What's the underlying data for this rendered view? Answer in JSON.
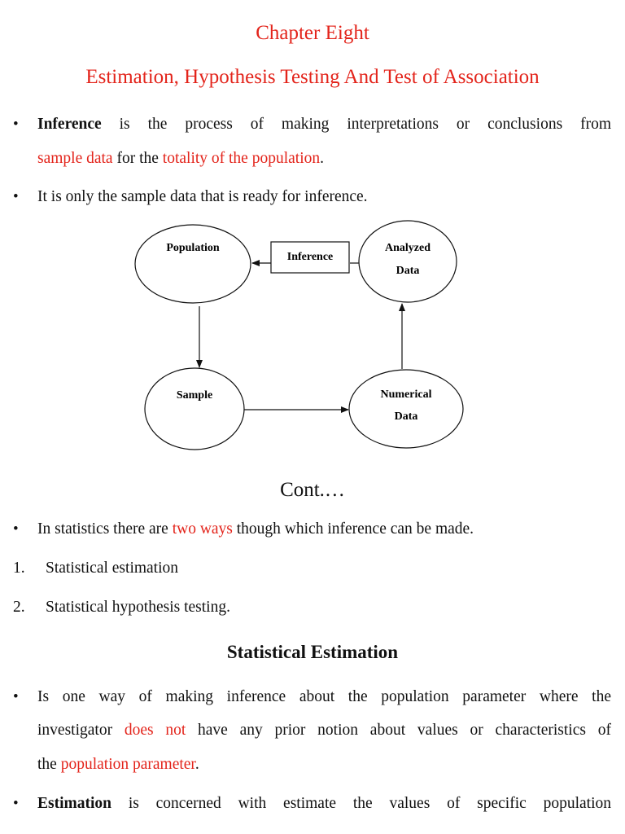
{
  "header": {
    "chapter": "Chapter Eight",
    "subtitle": "Estimation, Hypothesis Testing And Test of Association"
  },
  "bullets": {
    "inference_term": "Inference",
    "inference_line1_rest": " is the process of making interpretations or conclusions from",
    "inference_line2_red1": "sample data",
    "inference_line2_mid": " for the ",
    "inference_line2_red2": "totality of the population",
    "inference_line2_end": ".",
    "sample_only": "It is only the sample data that is ready for inference."
  },
  "diagram": {
    "population": "Population",
    "inference": "Inference",
    "analyzed_1": "Analyzed",
    "analyzed_2": "Data",
    "sample": "Sample",
    "numerical_1": "Numerical",
    "numerical_2": "Data"
  },
  "cont": "Cont.…",
  "two_ways": {
    "pre": "In statistics there are ",
    "red": "two ways",
    "post": " though which inference can be made."
  },
  "list": [
    {
      "num": "1.",
      "text": "Statistical estimation"
    },
    {
      "num": "2.",
      "text": "Statistical hypothesis testing."
    }
  ],
  "section_title": "Statistical Estimation",
  "estimation": {
    "line1": "Is one way of making inference about the population parameter where the",
    "line2_pre": "investigator ",
    "line2_red": "does not",
    "line2_post": " have any prior notion about values or characteristics of",
    "line3_pre": "the ",
    "line3_red": "population parameter",
    "line3_post": ".",
    "def_term": "Estimation",
    "def_rest": " is concerned with estimate the values of specific population"
  },
  "bullet_glyph": "•"
}
